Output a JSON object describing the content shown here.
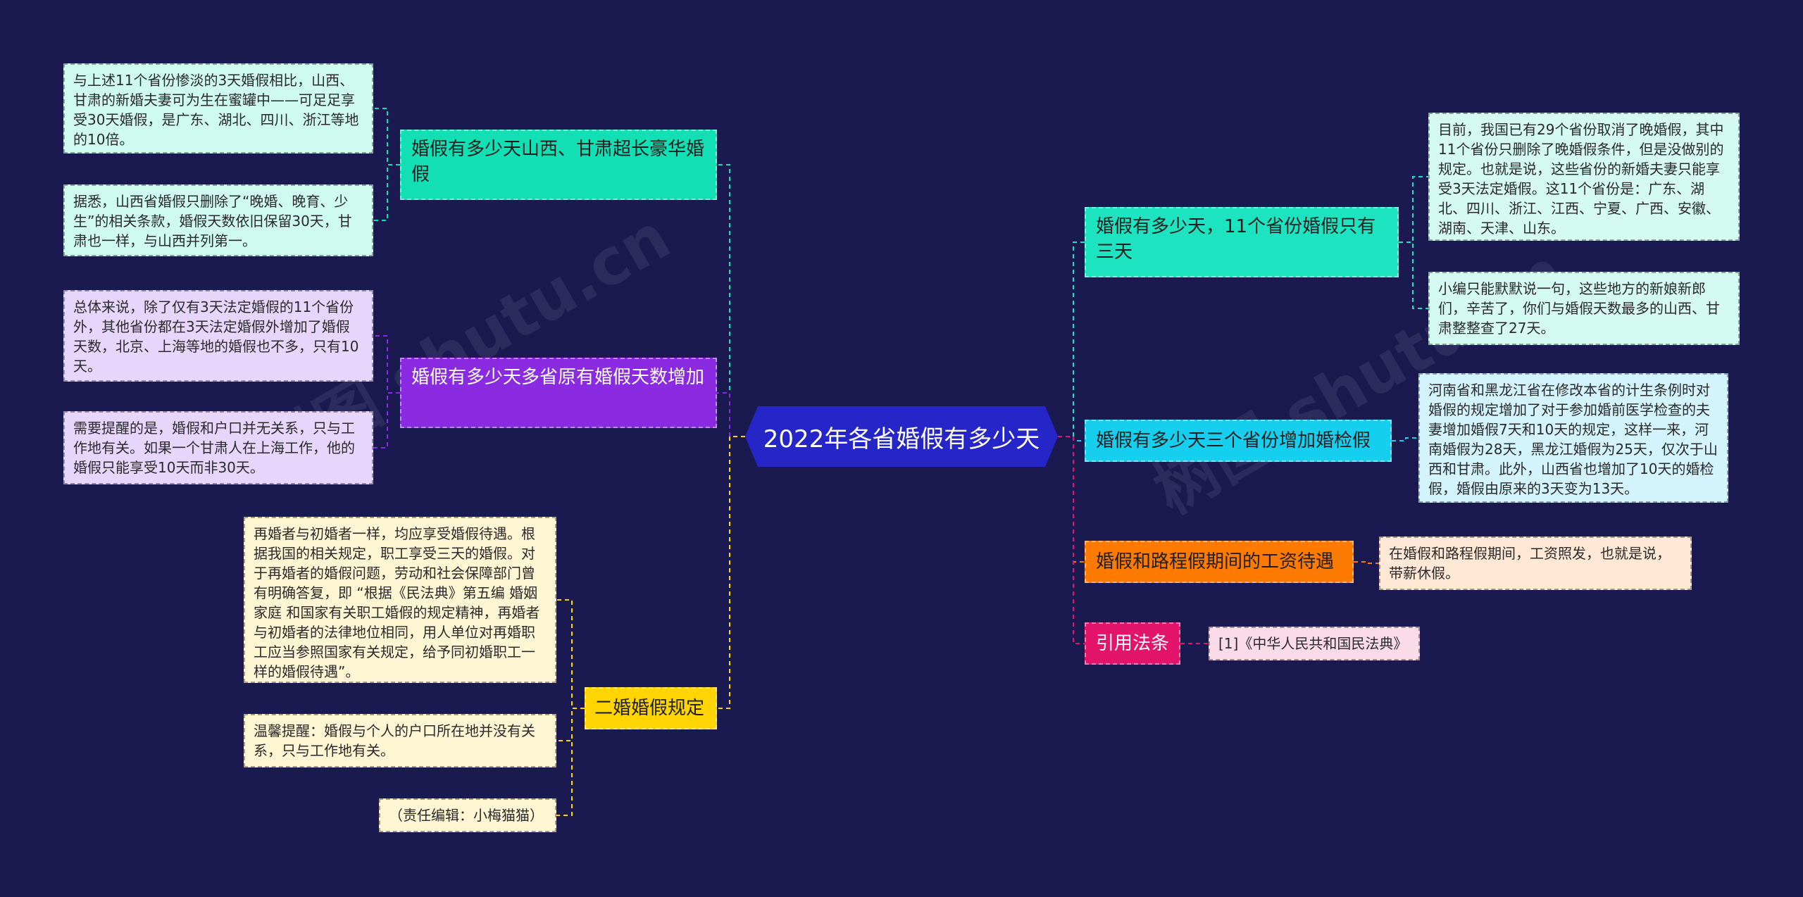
{
  "center": {
    "title": "2022年各省婚假有多少天"
  },
  "colors": {
    "background": "#1a1a50",
    "center": "#2525c8",
    "teal": "#12e0b4",
    "teal_leaf": "#cffaf0",
    "purple": "#8a2be2",
    "purple_leaf": "#e6d6fb",
    "yellow": "#ffd500",
    "yellow_leaf": "#fff6d4",
    "green": "#1ee3c0",
    "green_leaf": "#d4faf1",
    "cyan": "#16cfee",
    "cyan_leaf": "#d3f4fc",
    "orange": "#ff7a00",
    "orange_leaf": "#ffe9d6",
    "pink": "#e3156b",
    "pink_leaf": "#fbdbe8"
  },
  "branches": {
    "shanxi_gansu": {
      "label": "婚假有多少天山西、甘肃超长豪华婚假",
      "leaves": [
        "与上述11个省份惨淡的3天婚假相比，山西、甘肃的新婚夫妻可为生在蜜罐中——可足足享受30天婚假，是广东、湖北、四川、浙江等地的10倍。",
        "据悉，山西省婚假只删除了“晚婚、晚育、少生”的相关条款，婚假天数依旧保留30天，甘肃也一样，与山西并列第一。"
      ]
    },
    "increase": {
      "label": "婚假有多少天多省原有婚假天数增加",
      "leaves": [
        "总体来说，除了仅有3天法定婚假的11个省份外，其他省份都在3天法定婚假外增加了婚假天数，北京、上海等地的婚假也不多，只有10天。",
        "需要提醒的是，婚假和户口并无关系，只与工作地有关。如果一个甘肃人在上海工作，他的婚假只能享受10天而非30天。"
      ]
    },
    "remarriage": {
      "label": "二婚婚假规定",
      "leaves": [
        "再婚者与初婚者一样，均应享受婚假待遇。根据我国的相关规定，职工享受三天的婚假。对于再婚者的婚假问题，劳动和社会保障部门曾有明确答复，即 “根据《民法典》第五编 婚姻家庭 和国家有关职工婚假的规定精神，再婚者与初婚者的法律地位相同，用人单位对再婚职工应当参照国家有关规定，给予同初婚职工一样的婚假待遇”。",
        "温馨提醒：婚假与个人的户口所在地并没有关系，只与工作地有关。",
        "（责任编辑：小梅猫猫）"
      ]
    },
    "eleven": {
      "label": "婚假有多少天，11个省份婚假只有三天",
      "leaves": [
        "目前，我国已有29个省份取消了晚婚假，其中11个省份只删除了晚婚假条件，但是没做别的规定。也就是说，这些省份的新婚夫妻只能享受3天法定婚假。这11个省份是：广东、湖北、四川、浙江、江西、宁夏、广西、安徽、湖南、天津、山东。",
        "小编只能默默说一句，这些地方的新娘新郎们，辛苦了，你们与婚假天数最多的山西、甘肃整整查了27天。"
      ]
    },
    "checkup": {
      "label": "婚假有多少天三个省份增加婚检假",
      "leaves": [
        "河南省和黑龙江省在修改本省的计生条例时对婚假的规定增加了对于参加婚前医学检查的夫妻增加婚假7天和10天的规定，这样一来，河南婚假为28天，黑龙江婚假为25天，仅次于山西和甘肃。此外，山西省也增加了10天的婚检假，婚假由原来的3天变为13天。"
      ]
    },
    "salary": {
      "label": "婚假和路程假期间的工资待遇",
      "leaves": [
        "在婚假和路程假期间，工资照发，也就是说，带薪休假。"
      ]
    },
    "law": {
      "label": "引用法条",
      "leaves": [
        "[1]《中华人民共和国民法典》"
      ]
    }
  },
  "watermarks": [
    "树图 shutu.cn",
    "树图 shutu.cn"
  ]
}
